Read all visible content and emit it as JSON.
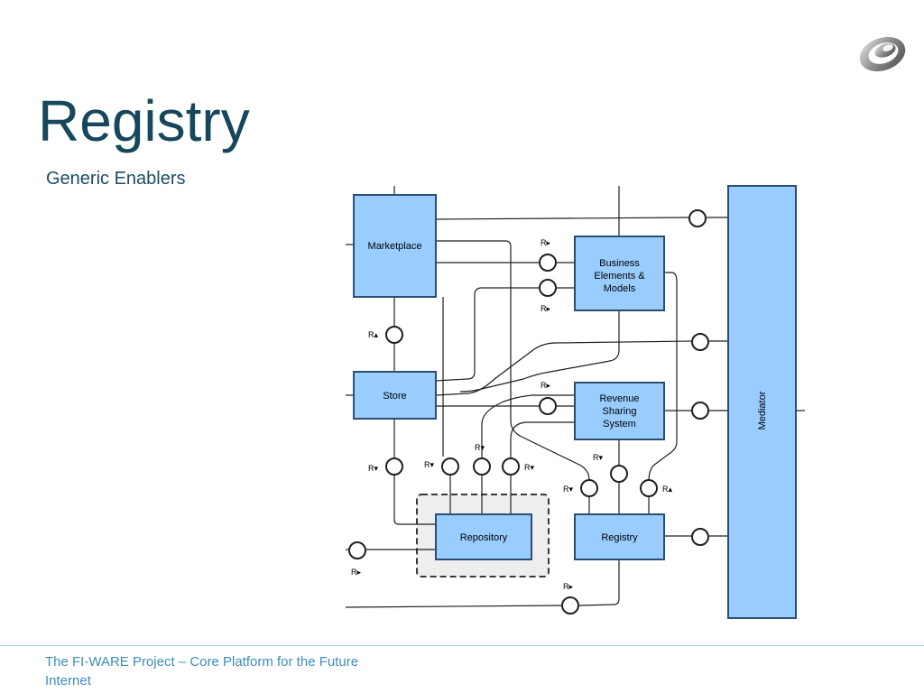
{
  "slide": {
    "title": "Registry",
    "subtitle": "Generic Enablers",
    "footer": "The FI-WARE Project – Core Platform for the Future Internet"
  },
  "logo": {
    "icon": "fiware-swirl-logo-icon"
  },
  "colors": {
    "title": "#16475b",
    "footer_text": "#3d8db8",
    "box_fill": "#99ccff",
    "box_border": "#2b4e70",
    "group_fill": "#eeeeee"
  },
  "diagram": {
    "components": {
      "marketplace": "Marketplace",
      "business_elements": [
        "Business",
        "Elements &",
        "Models"
      ],
      "store": "Store",
      "revenue_sharing": [
        "Revenue",
        "Sharing",
        "System"
      ],
      "repository": "Repository",
      "registry": "Registry",
      "mediator": "Mediator"
    },
    "interface_labels": {
      "r_right": "R▸",
      "r_up": "R▴",
      "r_down": "R▾"
    }
  }
}
